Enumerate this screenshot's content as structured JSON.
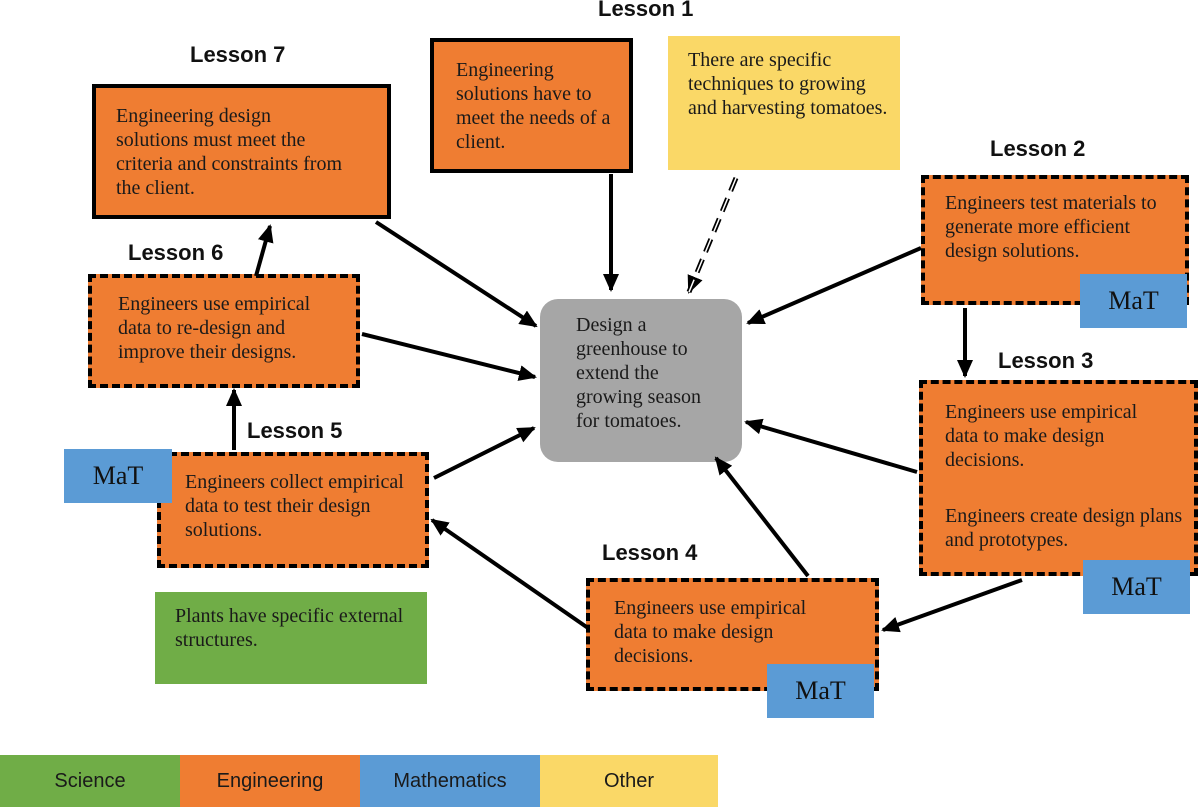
{
  "central": {
    "text": "Design a greenhouse to extend the growing season for tomatoes."
  },
  "lessons": {
    "l1": {
      "title": "Lesson 1",
      "text": "Engineering solutions have to meet the needs of a client."
    },
    "l2": {
      "title": "Lesson 2",
      "text": "Engineers test materials to generate more efficient design solutions.",
      "tag": "MaT"
    },
    "l3": {
      "title": "Lesson 3",
      "text1": "Engineers use empirical data to make design decisions.",
      "text2": "Engineers create design plans and prototypes.",
      "tag": "MaT"
    },
    "l4": {
      "title": "Lesson 4",
      "text": "Engineers use empirical data to make design decisions.",
      "tag": "MaT"
    },
    "l5": {
      "title": "Lesson 5",
      "text": "Engineers collect empirical data to test their design solutions.",
      "tag": "MaT"
    },
    "l6": {
      "title": "Lesson 6",
      "text": "Engineers use empirical data to re-design and improve their designs."
    },
    "l7": {
      "title": "Lesson 7",
      "text": "Engineering design solutions must meet the criteria and constraints from the client."
    }
  },
  "other_note": {
    "text": "There are specific techniques to growing and harvesting tomatoes."
  },
  "science_note": {
    "text": "Plants have specific external structures."
  },
  "legend": {
    "science": "Science",
    "engineering": "Engineering",
    "mathematics": "Mathematics",
    "other": "Other"
  },
  "colors": {
    "science": "#70ad47",
    "engineering": "#ef7d32",
    "mathematics": "#5b9bd5",
    "other": "#fad867",
    "central": "#a6a6a6"
  }
}
